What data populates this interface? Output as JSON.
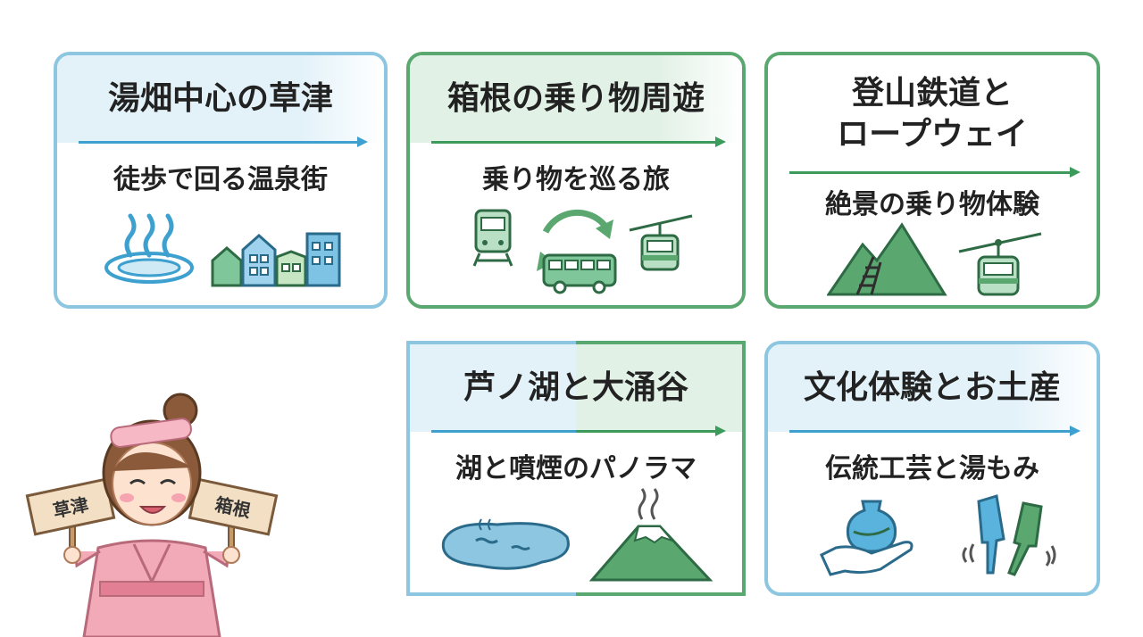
{
  "cards": [
    {
      "title": "湯畑中心の草津",
      "subtitle": "徒歩で回る温泉街"
    },
    {
      "title": "箱根の乗り物周遊",
      "subtitle": "乗り物を巡る旅"
    },
    {
      "title_line1": "登山鉄道と",
      "title_line2": "ロープウェイ",
      "subtitle": "絶景の乗り物体験"
    },
    {
      "title": "芦ノ湖と大涌谷",
      "subtitle": "湖と噴煙のパノラマ"
    },
    {
      "title": "文化体験とお土産",
      "subtitle": "伝統工芸と湯もみ"
    }
  ],
  "character": {
    "sign_left": "草津",
    "sign_right": "箱根"
  },
  "colors": {
    "blue": "#8cc6e0",
    "green": "#5aa870",
    "accent_blue": "#3ea0cf",
    "accent_green": "#3c9a5a"
  },
  "icons": [
    "hot-spring-icon",
    "town-houses-icon",
    "train-icon",
    "cycle-arrows-icon",
    "bus-icon",
    "ropeway-icon",
    "mountain-railway-icon",
    "gondola-icon",
    "lake-icon",
    "volcano-icon",
    "pottery-hand-icon",
    "yumomi-paddles-icon"
  ]
}
